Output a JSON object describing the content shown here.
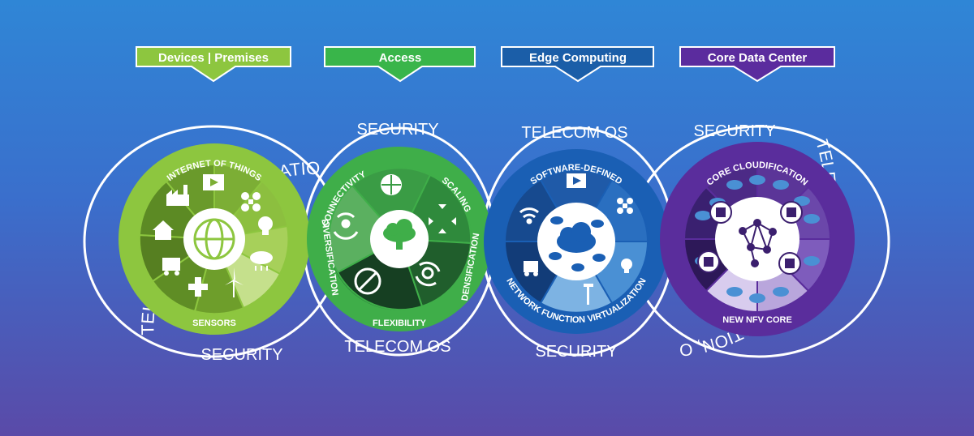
{
  "banners": [
    {
      "label": "Devices | Premises",
      "color": "#8dc63f"
    },
    {
      "label": "Access",
      "color": "#39b54a"
    },
    {
      "label": "Edge Computing",
      "color": "#1b5ea8"
    },
    {
      "label": "Core Data Center",
      "color": "#5b2c9e"
    }
  ],
  "outer_labels": {
    "devices_arc": "TELECOM OS (VIRTUALIZATION, ORCHESTRATION",
    "devices_bottom": "SECURITY",
    "access_top": "SECURITY",
    "access_bottom": "TELECOM OS",
    "edge_top": "TELECOM OS",
    "edge_bottom": "SECURITY",
    "core_top": "SECURITY",
    "core_arc": "TELECOM OS (VIRTUALIZATION, ORCHESTRATION)"
  },
  "devices_ring": {
    "top_label": "INTERNET OF THINGS",
    "bottom_label": "SENSORS",
    "ring_color": "#8dc63f",
    "icons": [
      "factory-icon",
      "film-icon",
      "drone-icon",
      "lightbulb-icon",
      "weather-icon",
      "wind-turbine-icon",
      "medical-cross-icon",
      "truck-icon",
      "house-icon"
    ],
    "hub_icon": "globe-network-icon"
  },
  "access_ring": {
    "labels": [
      "CONNECTIVITY",
      "SCALING",
      "DENSIFICATION",
      "FLEXIBILITY",
      "DIVERSIFICATION"
    ],
    "ring_color": "#3fae49",
    "icons": [
      "globe-icon",
      "expand-arrows-icon",
      "cyclone-icon",
      "no-entry-arrows-icon",
      "signal-dots-icon"
    ],
    "hub_icon": "cloud-tower-icon"
  },
  "edge_ring": {
    "top_label": "SOFTWARE-DEFINED",
    "bottom_label": "NETWORK FUNCTION VIRTUALIZATION",
    "ring_color": "#1a5fb4",
    "icons": [
      "film-icon",
      "drone-icon",
      "lightbulb-icon",
      "streetlight-icon",
      "truck-icon",
      "wifi-icon"
    ],
    "hub_icon": "cloud-database-icon"
  },
  "core_ring": {
    "top_label": "CORE CLOUDIFICATION",
    "bottom_label": "NEW NFV CORE",
    "ring_color": "#5a2d9c",
    "icons": [
      "cloud-cluster-icon",
      "server-node-icon"
    ],
    "hub_icon": "network-mesh-icon"
  }
}
